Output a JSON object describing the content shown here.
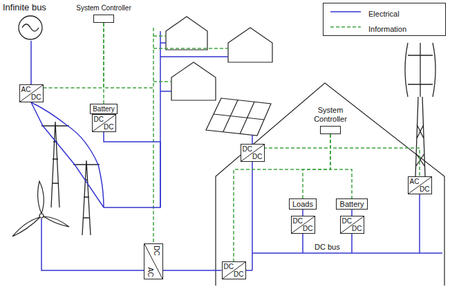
{
  "diagram": {
    "nodes": [
      {
        "text": [
          "Infinite bus"
        ]
      },
      {
        "text": [
          "System Controller"
        ]
      },
      {
        "text": [
          "AC",
          "DC"
        ]
      },
      {
        "text": [
          "Battery"
        ]
      },
      {
        "text": [
          "DC",
          "DC"
        ]
      },
      {
        "text": [
          "System Controller"
        ]
      },
      {
        "text": [
          "DC",
          "DC"
        ]
      },
      {
        "text": [
          "AC",
          "DC"
        ]
      },
      {
        "text": [
          "Loads"
        ]
      },
      {
        "text": [
          "DC",
          "DC"
        ]
      },
      {
        "text": [
          "Battery"
        ]
      },
      {
        "text": [
          "DC",
          "DC"
        ]
      },
      {
        "text": [
          "DC",
          "AC"
        ]
      },
      {
        "text": [
          "DC",
          "DC"
        ]
      }
    ],
    "edges": [
      {
        "from": 0,
        "to": 2,
        "arrow": "none"
      },
      {
        "from": 2,
        "to": 1,
        "arrow": "none"
      },
      {
        "from": 1,
        "to": 3,
        "arrow": "none"
      },
      {
        "from": 1,
        "to": 12,
        "arrow": "none"
      },
      {
        "from": 2,
        "to": 4,
        "arrow": "none"
      },
      {
        "from": 12,
        "to": 13,
        "arrow": "none"
      },
      {
        "from": 5,
        "to": 6,
        "arrow": "none"
      },
      {
        "from": 5,
        "to": 7,
        "arrow": "none"
      },
      {
        "from": 5,
        "to": 8,
        "arrow": "none"
      },
      {
        "from": 5,
        "to": 10,
        "arrow": "none"
      },
      {
        "from": 5,
        "to": 13,
        "arrow": "none"
      },
      {
        "from": 8,
        "to": 9,
        "arrow": "none"
      },
      {
        "from": 10,
        "to": 11,
        "arrow": "none"
      }
    ],
    "labels": [
      "DC bus"
    ],
    "legend": [
      {
        "text": "Electrical"
      },
      {
        "text": "Information"
      }
    ]
  }
}
